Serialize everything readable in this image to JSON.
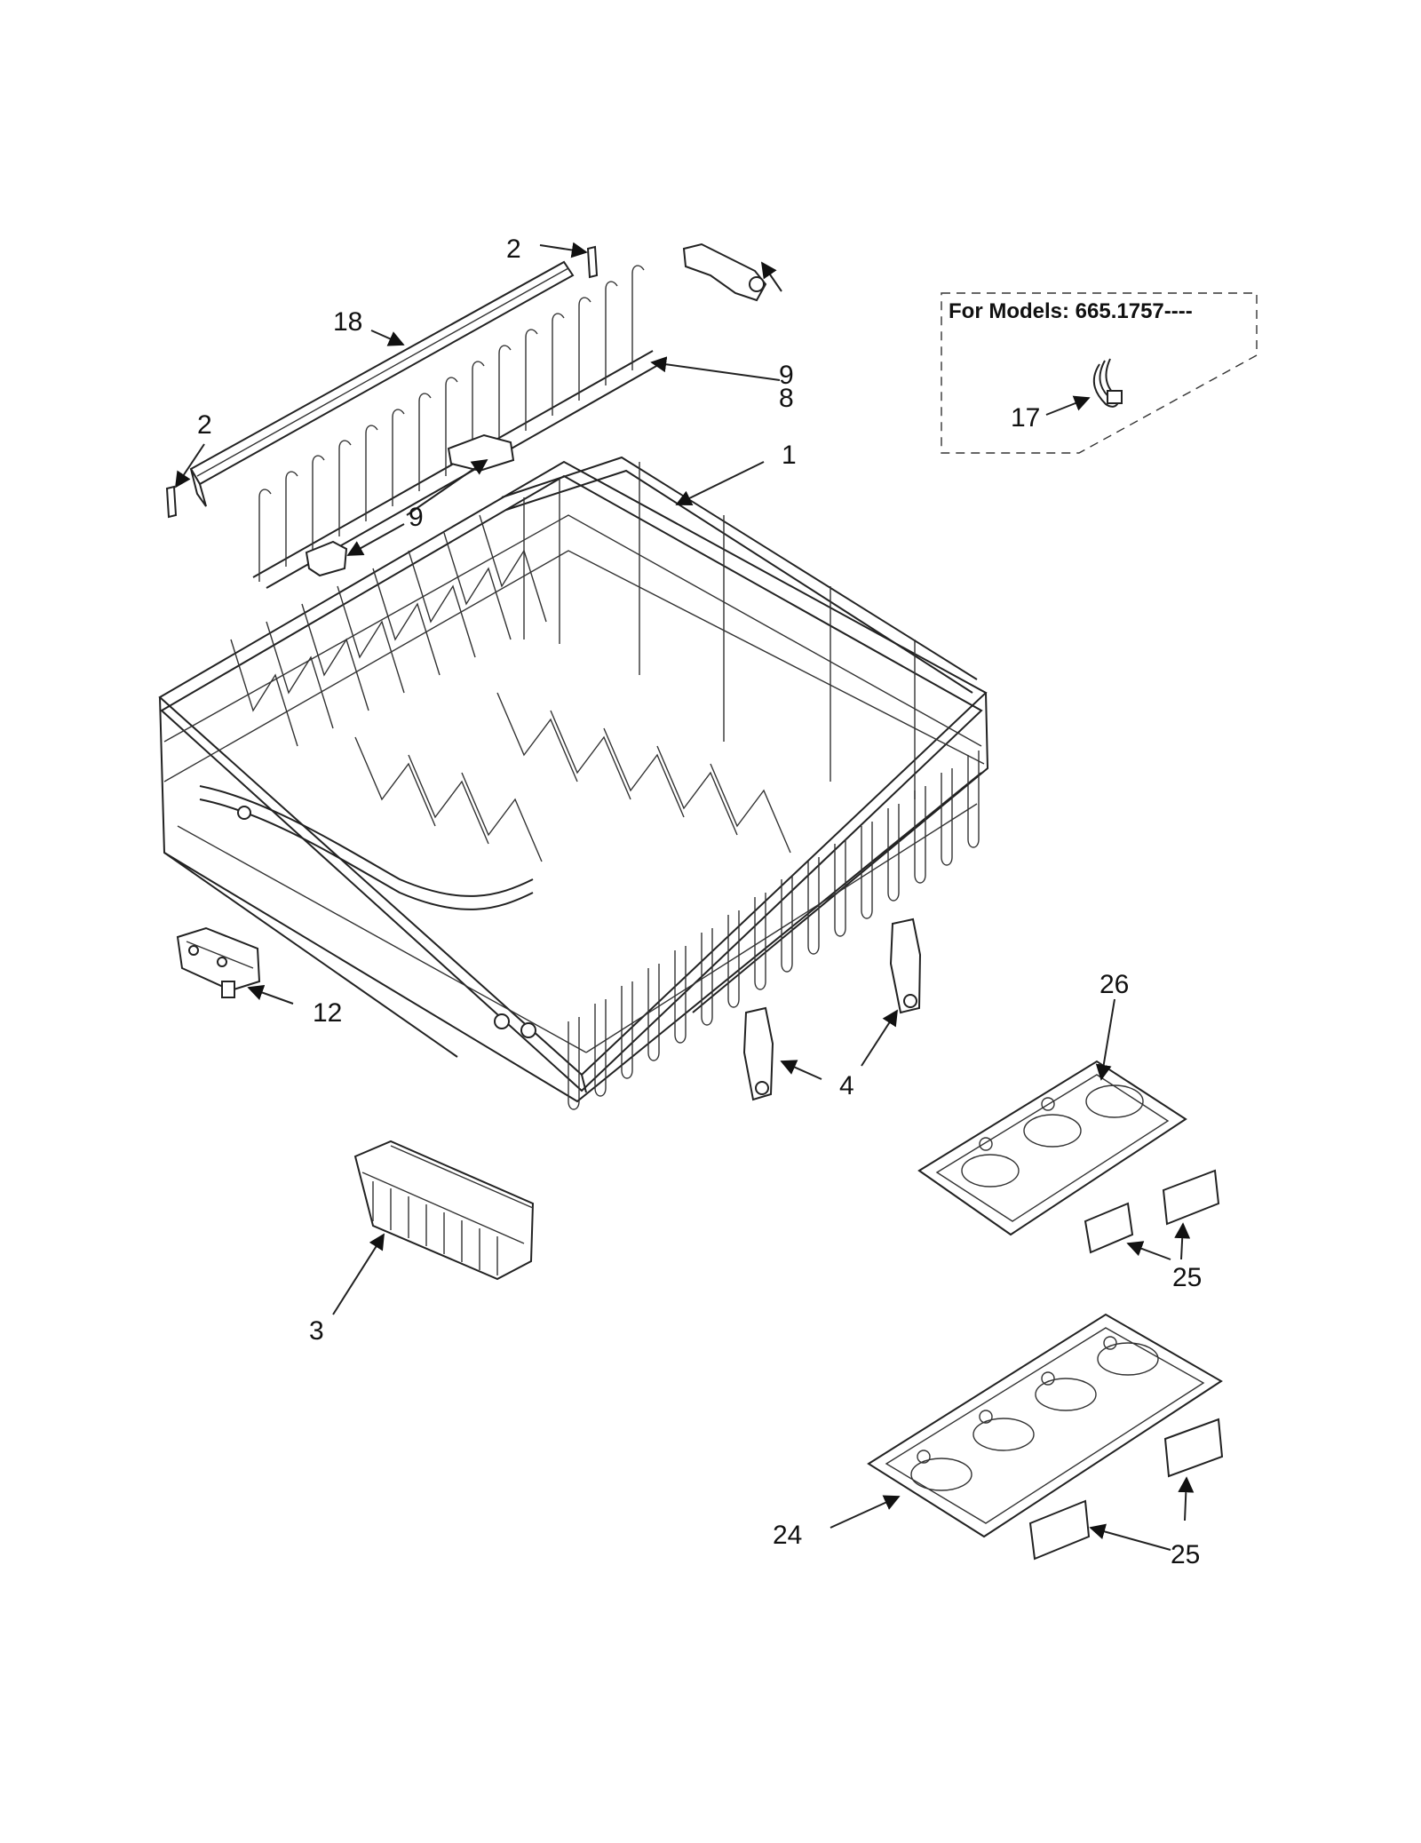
{
  "model_box": {
    "title": "For Models: 665.1757----"
  },
  "callouts": {
    "c1": "1",
    "c2a": "2",
    "c2b": "2",
    "c3": "3",
    "c4": "4",
    "c8": "8",
    "c9a": "9",
    "c9b": "9",
    "c12": "12",
    "c17": "17",
    "c18": "18",
    "c24": "24",
    "c25a": "25",
    "c25b": "25",
    "c26": "26"
  }
}
